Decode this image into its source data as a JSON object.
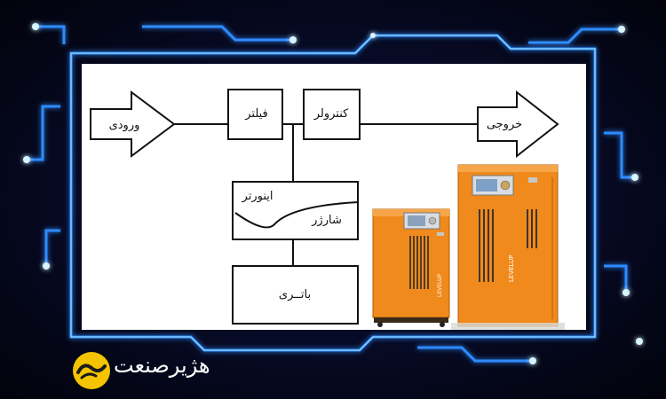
{
  "diagram": {
    "input_label": "ورودی",
    "filter_label": "فیلتر",
    "controller_label": "کنترولر",
    "output_label": "خروجی",
    "inverter_label": "اینورتر",
    "charger_label": "شارژر",
    "battery_label": "باتــری"
  },
  "product": {
    "brand_text": "LEVELUP",
    "body_color": "#f08a1c"
  },
  "logo": {
    "text": "هژیرصنعت",
    "accent_color": "#f4c400"
  },
  "colors": {
    "background": "#05071a",
    "circuit_glow": "#2f8bff",
    "circuit_core": "#a9e7ff"
  }
}
